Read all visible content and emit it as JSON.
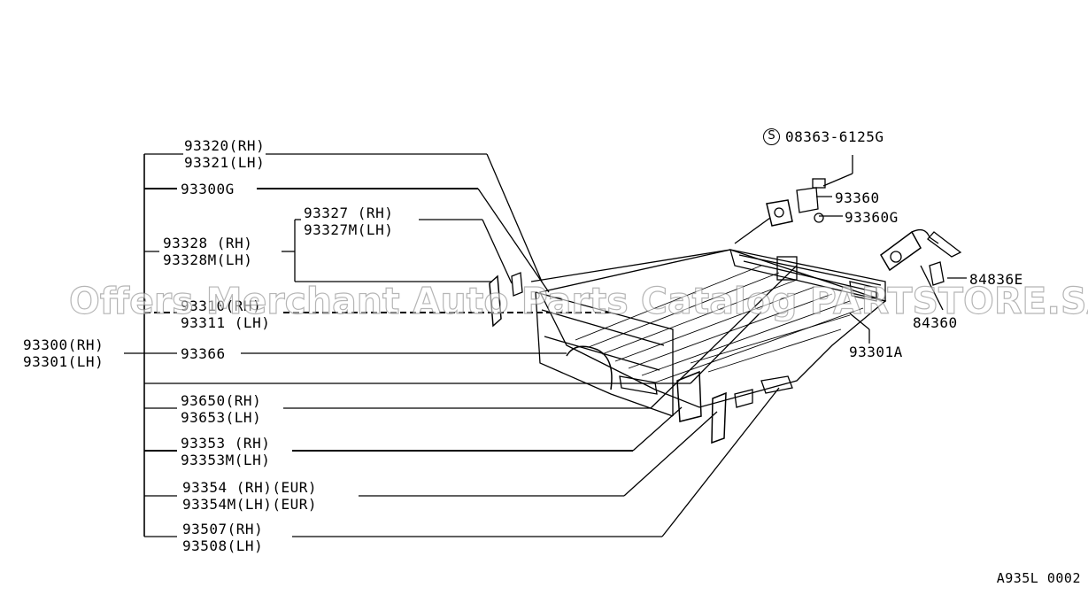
{
  "parts": {
    "p93320": "93320(RH)",
    "p93321": "93321(LH)",
    "p93300g": "93300G",
    "p93327": "93327 (RH)",
    "p93327m": "93327M(LH)",
    "p93328": "93328 (RH)",
    "p93328m": "93328M(LH)",
    "p93310": "93310(RH)",
    "p93311": "93311 (LH)",
    "p93300": "93300(RH)",
    "p93301": "93301(LH)",
    "p93366": "93366",
    "p93650": "93650(RH)",
    "p93653": "93653(LH)",
    "p93353": "93353 (RH)",
    "p93353m": "93353M(LH)",
    "p93354": "93354 (RH)(EUR)",
    "p93354m": "93354M(LH)(EUR)",
    "p93507": "93507(RH)",
    "p93508": "93508(LH)",
    "p08363": "08363-6125G",
    "p93360": "93360",
    "p93360g": "93360G",
    "p84836e": "84836E",
    "p84360": "84360",
    "p93301a": "93301A"
  },
  "screw_symbol": "S",
  "watermark": "Offers Merchant Auto Parts Catalog PARTSTORE.SA",
  "diagram_code": "A935L 0002",
  "icons": {
    "screw": "s-circle-icon"
  }
}
